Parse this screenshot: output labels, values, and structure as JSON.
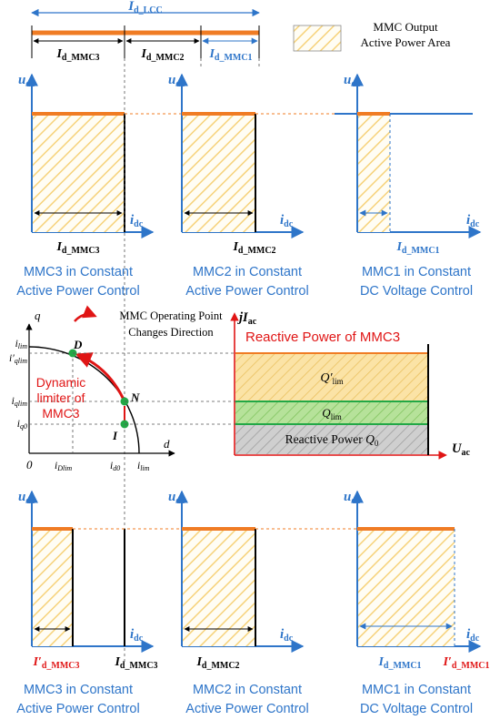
{
  "legend": {
    "label_line1": "MMC Output",
    "label_line2": "Active Power Area"
  },
  "top_bar": {
    "total": {
      "main": "I",
      "sub": "d_LCC"
    },
    "seg3": {
      "main": "I",
      "sub": "d_MMC3"
    },
    "seg2": {
      "main": "I",
      "sub": "d_MMC2"
    },
    "seg1": {
      "main": "I",
      "sub": "d_MMC1"
    }
  },
  "axes": {
    "y": {
      "main": "u",
      "sub": "dc"
    },
    "x": {
      "main": "i",
      "sub": "dc"
    }
  },
  "row1": {
    "p1": {
      "xlabel_main": "I",
      "xlabel_sub": "d_MMC3",
      "caption_line1": "MMC3 in Constant",
      "caption_line2": "Active Power Control"
    },
    "p2": {
      "xlabel_main": "I",
      "xlabel_sub": "d_MMC2",
      "caption_line1": "MMC2 in Constant",
      "caption_line2": "Active Power Control"
    },
    "p3": {
      "xlabel_main": "I",
      "xlabel_sub": "d_MMC1",
      "caption_line1": "MMC1 in Constant",
      "caption_line2": "DC Voltage Control"
    }
  },
  "circle_diagram": {
    "q_axis": "q",
    "d_axis": "d",
    "origin": "0",
    "i_lim_main": "i",
    "i_lim_sub": "lim",
    "i_qlim_prime_main": "i′",
    "i_qlim_prime_sub": "qlim",
    "i_qlim_main": "i",
    "i_qlim_sub": "qlim",
    "i_q0_main": "i",
    "i_q0_sub": "q0",
    "i_dlim_main": "i",
    "i_dlim_sub": "Dlim",
    "i_d0_main": "i",
    "i_d0_sub": "d0",
    "i_lim_d_main": "i",
    "i_lim_d_sub": "lim",
    "point_D": "D",
    "point_N": "N",
    "point_I": "I",
    "direction_line1": "MMC Operating Point",
    "direction_line2": "Changes Direction",
    "limiter_line1": "Dynamic",
    "limiter_line2": "limiter of",
    "limiter_line3": "MMC3"
  },
  "reactive_diagram": {
    "title": "Reactive Power of MMC3",
    "y_axis_j": "j",
    "y_axis_main": "I",
    "y_axis_sub": "ac",
    "x_axis_main": "U",
    "x_axis_sub": "ac",
    "q_lim_prime_main": "Q′",
    "q_lim_prime_sub": "lim",
    "q_lim_main": "Q",
    "q_lim_sub": "lim",
    "q0_text": "Reactive Power ",
    "q0_main": "Q",
    "q0_sub": "0"
  },
  "row3": {
    "p1": {
      "xlabel_red_main": "I′",
      "xlabel_red_sub": "d_MMC3",
      "xlabel_main": "I",
      "xlabel_sub": "d_MMC3",
      "caption_line1": "MMC3 in Constant",
      "caption_line2": "Active Power Control"
    },
    "p2": {
      "xlabel_main": "I",
      "xlabel_sub": "d_MMC2",
      "caption_line1": "MMC2 in Constant",
      "caption_line2": "Active Power Control"
    },
    "p3": {
      "xlabel_main": "I",
      "xlabel_sub": "d_MMC1",
      "xlabel_red_main": "I′",
      "xlabel_red_sub": "d_MMC1",
      "caption_line1": "MMC1 in Constant",
      "caption_line2": "DC Voltage Control"
    }
  },
  "colors": {
    "axis_blue": "#2e75c9",
    "caption_blue": "#2e75c9",
    "orange": "#f07c24",
    "red": "#e01515",
    "green": "#22a846",
    "hatch_yellow": "#f6d27a",
    "q_yellow": "#f8d88a",
    "q_green": "#a8dc86",
    "q_gray": "#bdbdbd"
  }
}
